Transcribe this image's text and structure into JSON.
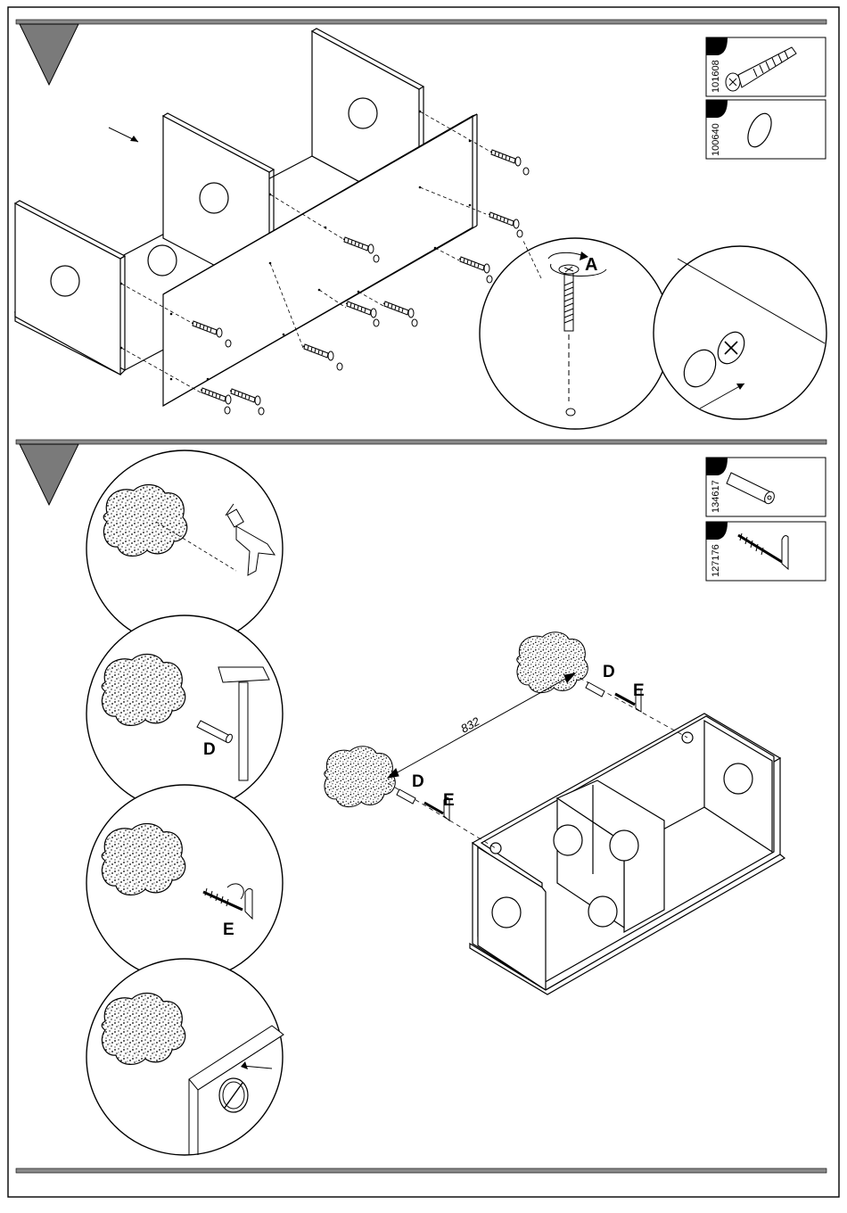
{
  "step1": {
    "parts": [
      {
        "number": "101608",
        "icon": "screw-icon"
      },
      {
        "number": "100640",
        "icon": "cap-icon"
      }
    ],
    "detail_label": "A"
  },
  "step2": {
    "parts": [
      {
        "number": "134617",
        "icon": "dowel-icon"
      },
      {
        "number": "127176",
        "icon": "hook-screw-icon"
      }
    ],
    "callouts": {
      "dowel": "D",
      "hook_screw": "E"
    },
    "dimension": "832"
  }
}
